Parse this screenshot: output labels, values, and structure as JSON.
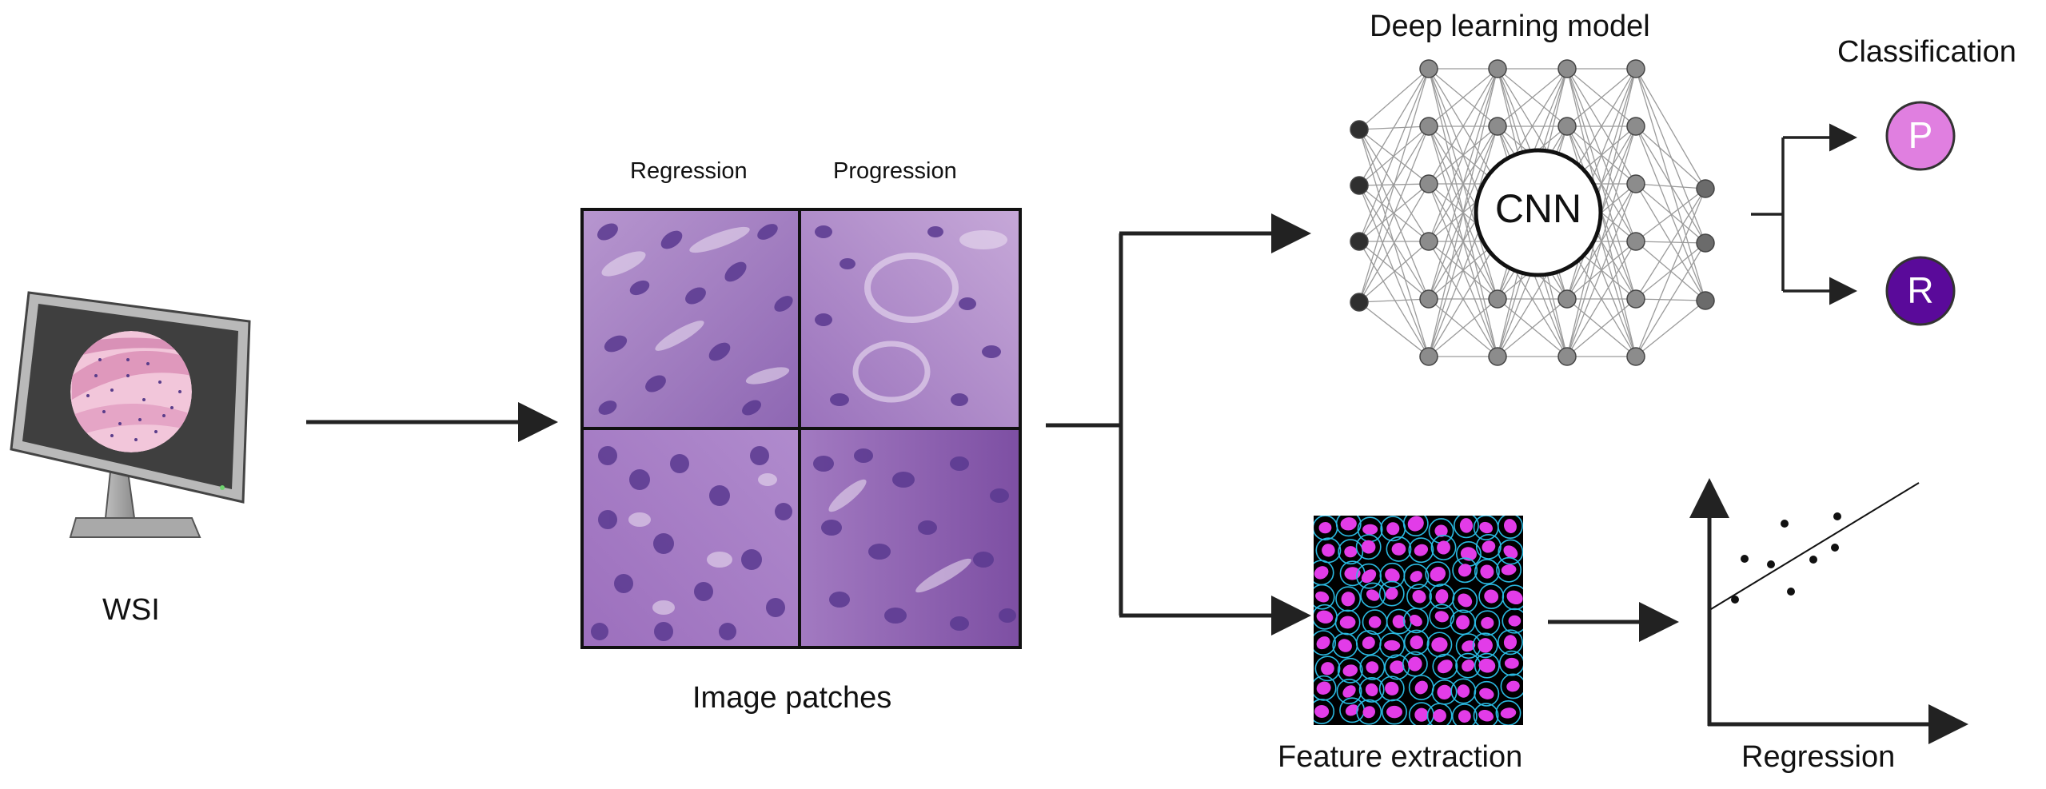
{
  "labels": {
    "wsi": "WSI",
    "regression_col": "Regression",
    "progression_col": "Progression",
    "image_patches": "Image patches",
    "deep_learning_model": "Deep learning model",
    "cnn": "CNN",
    "classification": "Classification",
    "class_p": "P",
    "class_r": "R",
    "feature_extraction": "Feature extraction",
    "regression_plot": "Regression"
  },
  "colors": {
    "arrow": "#222222",
    "class_p": "#e07fe0",
    "class_r": "#5a0a9a",
    "nucleus": "#e23ce8",
    "membrane": "#2ab9e0",
    "tissue": "#8f63b4"
  }
}
